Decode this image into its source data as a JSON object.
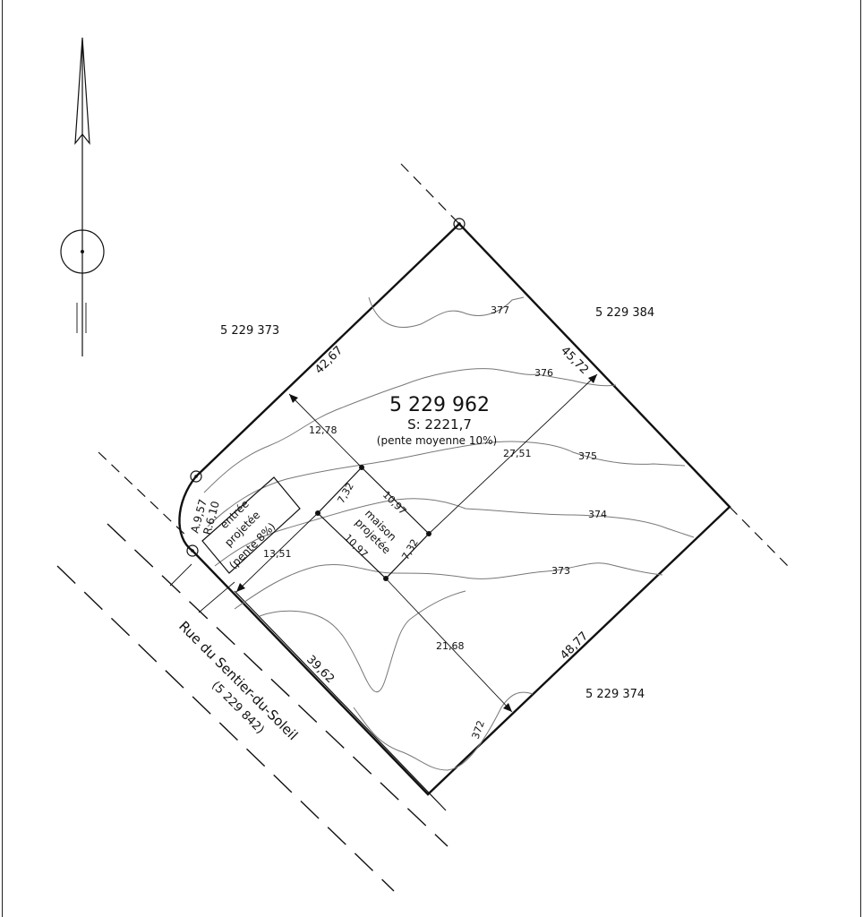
{
  "lot": {
    "number": "5 229 962",
    "area": "S: 2221,7",
    "slope_note": "(pente moyenne 10%)"
  },
  "neighbors": {
    "west": "5 229 373",
    "north_east": "5 229 384",
    "south_east": "5 229 374"
  },
  "street": {
    "name": "Rue du Sentier-du-Soleil",
    "lot": "(5 229 842)"
  },
  "boundary_dimensions": {
    "nw_side": "42,67",
    "ne_side": "45,72",
    "se_side": "48,77",
    "sw_side": "39,62",
    "arc": "A.9,57",
    "radius": "R.6,10"
  },
  "setbacks": {
    "front_left": "12,78",
    "front_right": "13,51",
    "rear": "27,51",
    "side": "21,68"
  },
  "house": {
    "label_line1": "maison",
    "label_line2": "projetée",
    "width_top": "10,97",
    "width_bottom": "10,97",
    "depth_left": "7,32",
    "depth_right": "7,32"
  },
  "driveway": {
    "label_line1": "entrée",
    "label_line2": "projetée",
    "label_line3": "(pente 8%)"
  },
  "contours": [
    "377",
    "376",
    "375",
    "374",
    "373",
    "372"
  ]
}
